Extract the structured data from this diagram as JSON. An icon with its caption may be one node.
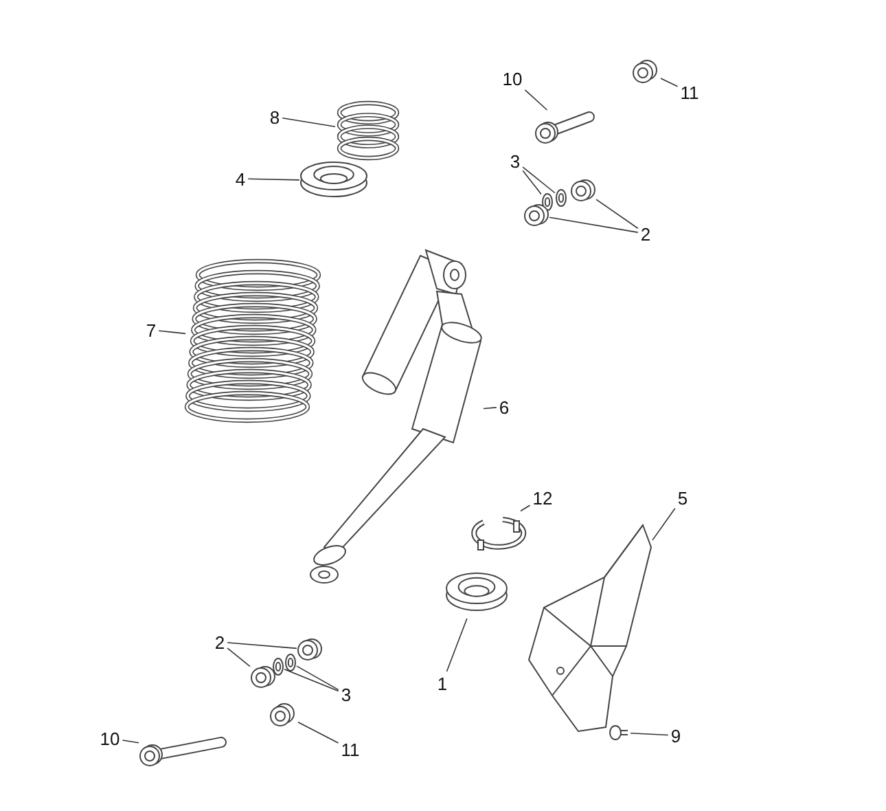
{
  "diagram": {
    "nodes": [
      {
        "text": [
          "10"
        ]
      },
      {
        "text": [
          "11"
        ]
      },
      {
        "text": [
          "8"
        ]
      },
      {
        "text": [
          "3"
        ]
      },
      {
        "text": [
          "4"
        ]
      },
      {
        "text": [
          "2"
        ]
      },
      {
        "text": [
          "7"
        ]
      },
      {
        "text": [
          "6"
        ]
      },
      {
        "text": [
          "5"
        ]
      },
      {
        "text": [
          "12"
        ]
      },
      {
        "text": [
          "2"
        ]
      },
      {
        "text": [
          "1"
        ]
      },
      {
        "text": [
          "3"
        ]
      },
      {
        "text": [
          "9"
        ]
      },
      {
        "text": [
          "10"
        ]
      },
      {
        "text": [
          "11"
        ]
      },
      {
        "text": [],
        "shape": "picture"
      },
      {
        "text": [],
        "shape": "picture"
      },
      {
        "text": [],
        "shape": "picture"
      },
      {
        "text": [],
        "shape": "picture"
      },
      {
        "text": [],
        "shape": "picture"
      },
      {
        "text": [],
        "shape": "picture"
      },
      {
        "text": [],
        "shape": "picture"
      },
      {
        "text": [],
        "shape": "picture"
      },
      {
        "text": [],
        "shape": "picture"
      },
      {
        "text": [],
        "shape": "picture"
      },
      {
        "text": [],
        "shape": "picture"
      },
      {
        "text": [],
        "shape": "picture"
      },
      {
        "text": [],
        "shape": "picture"
      },
      {
        "text": [],
        "shape": "picture"
      },
      {
        "text": [],
        "shape": "picture"
      },
      {
        "text": [],
        "shape": "picture"
      },
      {
        "text": [],
        "shape": "picture"
      },
      {
        "text": [],
        "shape": "picture"
      },
      {
        "text": [],
        "shape": "picture"
      },
      {
        "text": [],
        "shape": "picture"
      }
    ],
    "edges": [
      {
        "from": 0,
        "to": 16,
        "arrow": "none"
      },
      {
        "from": 1,
        "to": 17,
        "arrow": "none"
      },
      {
        "from": 2,
        "to": 18,
        "arrow": "none"
      },
      {
        "from": 3,
        "to": 19,
        "arrow": "none"
      },
      {
        "from": 3,
        "to": 20,
        "arrow": "none"
      },
      {
        "from": 4,
        "to": 23,
        "arrow": "none"
      },
      {
        "from": 5,
        "to": 21,
        "arrow": "none"
      },
      {
        "from": 5,
        "to": 22,
        "arrow": "none"
      },
      {
        "from": 6,
        "to": 24,
        "arrow": "none"
      },
      {
        "from": 7,
        "to": 25,
        "arrow": "none"
      },
      {
        "from": 8,
        "to": 26,
        "arrow": "none"
      },
      {
        "from": 9,
        "to": 27,
        "arrow": "none"
      },
      {
        "from": 10,
        "to": 31,
        "arrow": "none"
      },
      {
        "from": 10,
        "to": 28,
        "arrow": "none"
      },
      {
        "from": 11,
        "to": 32,
        "arrow": "none"
      },
      {
        "from": 12,
        "to": 29,
        "arrow": "none"
      },
      {
        "from": 12,
        "to": 30,
        "arrow": "none"
      },
      {
        "from": 13,
        "to": 33,
        "arrow": "none"
      },
      {
        "from": 14,
        "to": 34,
        "arrow": "none"
      },
      {
        "from": 15,
        "to": 35,
        "arrow": "none"
      }
    ]
  }
}
